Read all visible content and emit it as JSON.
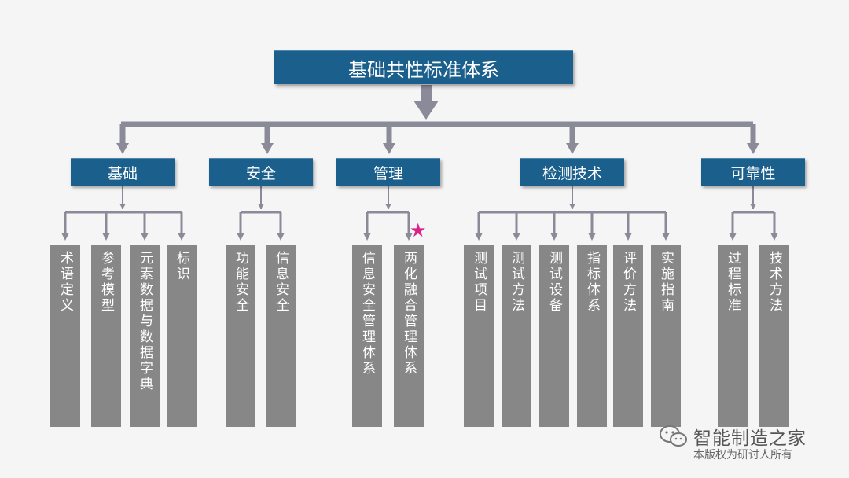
{
  "title": "基础共性标准体系",
  "categories": [
    {
      "label": "基础",
      "items": [
        "术语定义",
        "参考模型",
        "元素数据与数据字典",
        "标识"
      ]
    },
    {
      "label": "安全",
      "items": [
        "功能安全",
        "信息安全"
      ]
    },
    {
      "label": "管理",
      "items": [
        "信息安全管理体系",
        "两化融合管理体系"
      ]
    },
    {
      "label": "检测技术",
      "items": [
        "测试项目",
        "测试方法",
        "测试设备",
        "指标体系",
        "评价方法",
        "实施指南"
      ]
    },
    {
      "label": "可靠性",
      "items": [
        "过程标准",
        "技术方法"
      ]
    }
  ],
  "star_mark": "★",
  "colors": {
    "box": "#1b5f8c",
    "item": "#878787",
    "connector": "#8a8a99",
    "star": "#d9238a"
  },
  "watermark": {
    "main": "智能制造之家",
    "sub": "本版权为研讨人所有",
    "icon": "wechat-icon"
  }
}
